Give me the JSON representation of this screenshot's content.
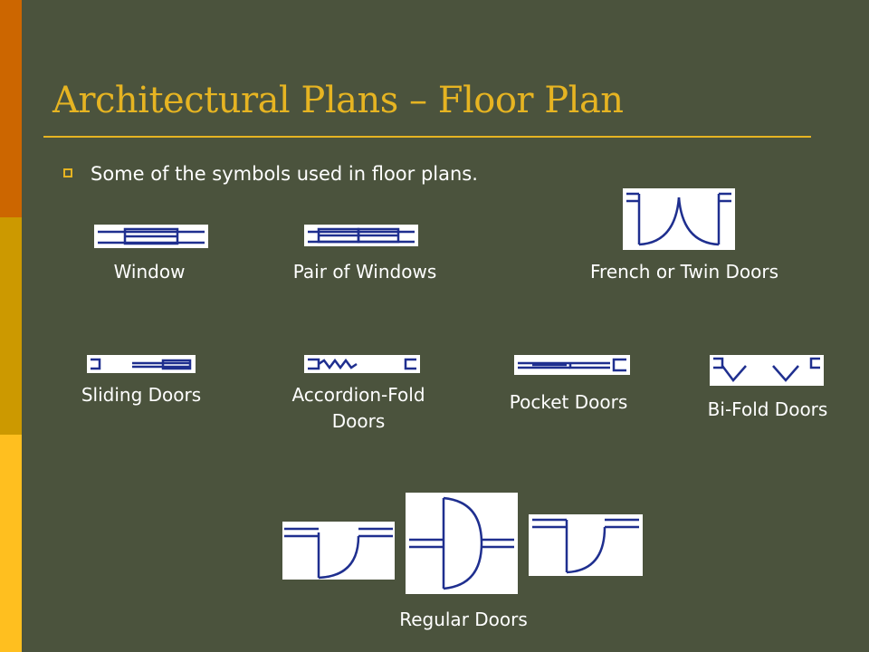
{
  "slide": {
    "title": "Architectural Plans – Floor Plan",
    "bullet": "Some of the symbols used in floor plans."
  },
  "labels": {
    "window": "Window",
    "pair_of_windows": "Pair of Windows",
    "french_doors": "French or Twin Doors",
    "sliding_doors": "Sliding Doors",
    "accordion_fold_doors": "Accordion-Fold Doors",
    "pocket_doors": "Pocket Doors",
    "bi_fold_doors": "Bi-Fold Doors",
    "regular_doors": "Regular Doors"
  },
  "colors": {
    "background": "#4b533d",
    "title": "#e6b422",
    "symbol_stroke": "#1f2f8f"
  }
}
